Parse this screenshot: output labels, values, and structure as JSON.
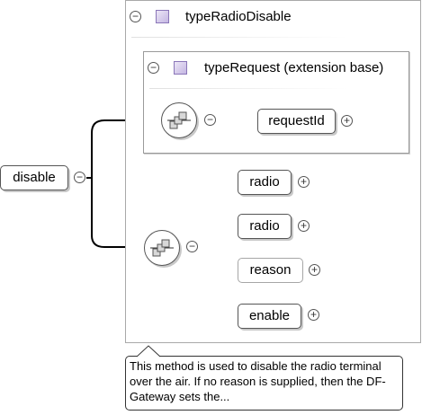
{
  "type_outer": {
    "title": "typeRadioDisable"
  },
  "type_inner": {
    "title": "typeRequest (extension base)"
  },
  "root_element": {
    "label": "disable"
  },
  "inherited_elements": [
    {
      "label": "requestId"
    }
  ],
  "own_elements": [
    {
      "label": "radio"
    },
    {
      "label": "radio"
    },
    {
      "label": "reason"
    },
    {
      "label": "enable"
    }
  ],
  "annotation": {
    "text": "This method is used to disable the radio terminal over the air. If no reason is supplied, then the DF-Gateway sets the..."
  },
  "icons": {
    "collapse": "−",
    "expand": "+"
  },
  "colors": {
    "type_square": "#c4b6e2",
    "line": "#000000",
    "optional_border": "#a6a6a6"
  }
}
